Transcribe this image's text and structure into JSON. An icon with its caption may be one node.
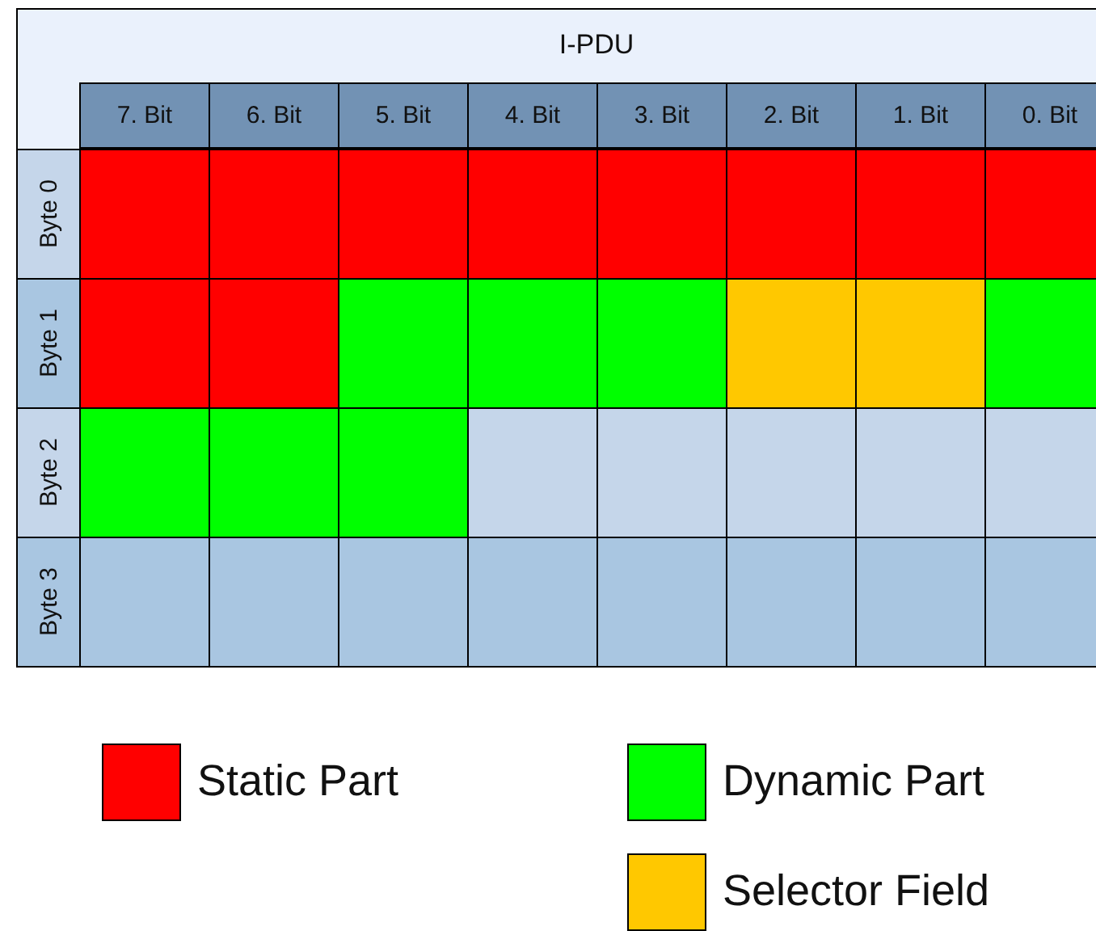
{
  "diagram": {
    "title": "I-PDU",
    "labels": [
      "7. Bit",
      "6. Bit",
      "5. Bit",
      "4. Bit",
      "3. Bit",
      "2. Bit",
      "1. Bit",
      "0. Bit",
      "Byte 0",
      "Byte 1",
      "Byte 2",
      "Byte 3"
    ],
    "legend": [
      {
        "text": "Static Part",
        "color": "#ff0000"
      },
      {
        "text": "Dynamic Part",
        "color": "#00ff00"
      },
      {
        "text": "Selector Field",
        "color": "#ffc800"
      }
    ]
  }
}
